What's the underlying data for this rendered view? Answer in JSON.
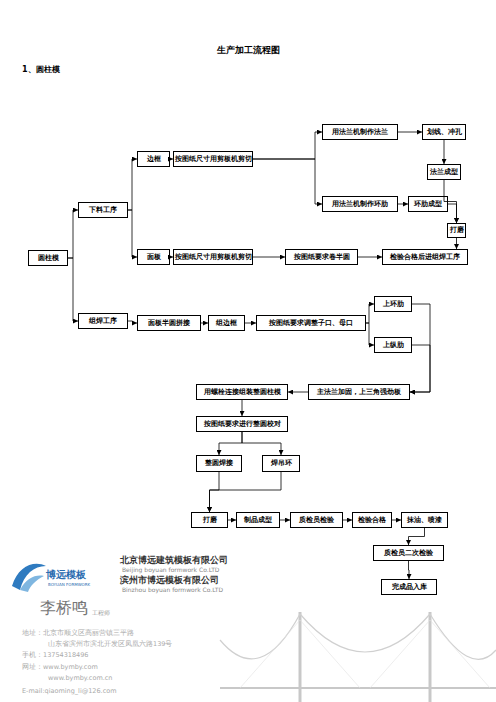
{
  "diagram": {
    "title": "生产加工流程图",
    "nodes": [
      {
        "text": [
          "圆柱模"
        ]
      },
      {
        "text": [
          "下料工序"
        ]
      },
      {
        "text": [
          "组焊工序"
        ]
      },
      {
        "text": [
          "边框"
        ]
      },
      {
        "text": [
          "按图纸尺寸用剪板机剪切"
        ]
      },
      {
        "text": [
          "用法兰机制作法兰"
        ]
      },
      {
        "text": [
          "划线、冲孔"
        ]
      },
      {
        "text": [
          "法兰成型"
        ]
      },
      {
        "text": [
          "用法兰机制作环肋"
        ]
      },
      {
        "text": [
          "环肋成型"
        ]
      },
      {
        "text": [
          "打磨"
        ]
      },
      {
        "text": [
          "面板"
        ]
      },
      {
        "text": [
          "按图纸尺寸用剪板机剪切"
        ]
      },
      {
        "text": [
          "按图纸要求卷半圆"
        ]
      },
      {
        "text": [
          "检验合格后进组焊工序"
        ]
      },
      {
        "text": [
          "面板半圆拼接"
        ]
      },
      {
        "text": [
          "组边框"
        ]
      },
      {
        "text": [
          "按图纸要求调整子口、母口"
        ]
      },
      {
        "text": [
          "上环肋"
        ]
      },
      {
        "text": [
          "上纵肋"
        ]
      },
      {
        "text": [
          "主法兰加固，上三角强劲板"
        ]
      },
      {
        "text": [
          "用螺栓连接组装整圆柱模"
        ]
      },
      {
        "text": [
          "按图纸要求进行整圆校对"
        ]
      },
      {
        "text": [
          "整圆焊接"
        ]
      },
      {
        "text": [
          "焊吊环"
        ]
      },
      {
        "text": [
          "打磨"
        ]
      },
      {
        "text": [
          "制品成型"
        ]
      },
      {
        "text": [
          "质检员检验"
        ]
      },
      {
        "text": [
          "检验合格"
        ]
      },
      {
        "text": [
          "抹油、喷漆"
        ]
      },
      {
        "text": [
          "质检员二次检验"
        ]
      },
      {
        "text": [
          "完成品入库"
        ]
      }
    ],
    "edges": [
      {
        "from": 0,
        "to": 1,
        "arrow": "to"
      },
      {
        "from": 0,
        "to": 2,
        "arrow": "to"
      },
      {
        "from": 1,
        "to": 3,
        "arrow": "to"
      },
      {
        "from": 1,
        "to": 11,
        "arrow": "to"
      },
      {
        "from": 3,
        "to": 4,
        "arrow": "to"
      },
      {
        "from": 4,
        "to": 5,
        "arrow": "to"
      },
      {
        "from": 4,
        "to": 8,
        "arrow": "to"
      },
      {
        "from": 5,
        "to": 6,
        "arrow": "to"
      },
      {
        "from": 6,
        "to": 7,
        "arrow": "to"
      },
      {
        "from": 7,
        "to": 10,
        "arrow": "to"
      },
      {
        "from": 8,
        "to": 9,
        "arrow": "to"
      },
      {
        "from": 9,
        "to": 10,
        "arrow": "to"
      },
      {
        "from": 10,
        "to": 14,
        "arrow": "to"
      },
      {
        "from": 11,
        "to": 12,
        "arrow": "to"
      },
      {
        "from": 12,
        "to": 13,
        "arrow": "to"
      },
      {
        "from": 13,
        "to": 14,
        "arrow": "to"
      },
      {
        "from": 2,
        "to": 15,
        "arrow": "to"
      },
      {
        "from": 15,
        "to": 16,
        "arrow": "to"
      },
      {
        "from": 16,
        "to": 17,
        "arrow": "to"
      },
      {
        "from": 17,
        "to": 18,
        "arrow": "to"
      },
      {
        "from": 17,
        "to": 19,
        "arrow": "to"
      },
      {
        "from": 18,
        "to": 20,
        "arrow": "to"
      },
      {
        "from": 19,
        "to": 20,
        "arrow": "to"
      },
      {
        "from": 20,
        "to": 21,
        "arrow": "to"
      },
      {
        "from": 21,
        "to": 22,
        "arrow": "to"
      },
      {
        "from": 22,
        "to": 23,
        "arrow": "to"
      },
      {
        "from": 22,
        "to": 24,
        "arrow": "to"
      },
      {
        "from": 23,
        "to": 25,
        "arrow": "to"
      },
      {
        "from": 24,
        "to": 25,
        "arrow": "to"
      },
      {
        "from": 25,
        "to": 26,
        "arrow": "to"
      },
      {
        "from": 26,
        "to": 27,
        "arrow": "to"
      },
      {
        "from": 27,
        "to": 28,
        "arrow": "to"
      },
      {
        "from": 28,
        "to": 29,
        "arrow": "to"
      },
      {
        "from": 29,
        "to": 30,
        "arrow": "to"
      },
      {
        "from": 30,
        "to": 31,
        "arrow": "to"
      }
    ],
    "labels": [
      "1、圆柱模",
      "博远模板",
      "BOYUAN FORMWORK",
      "北京博远建筑模板有限公司",
      "Beijing boyuan formwork Co.LTD",
      "滨州市博远模板有限公司",
      "Binzhou boyuan formwork Co.LTD",
      "李桥鸣",
      "工程师",
      "地址：北京市顺义区高丽营镇三平路",
      "山东省滨州市滨北开发区凤凰六路139号",
      "手机：13754318496",
      "网址：www.bymby.com",
      "www.bymby.com.cn",
      "E-mail:qiaoming_li@126.com"
    ]
  }
}
